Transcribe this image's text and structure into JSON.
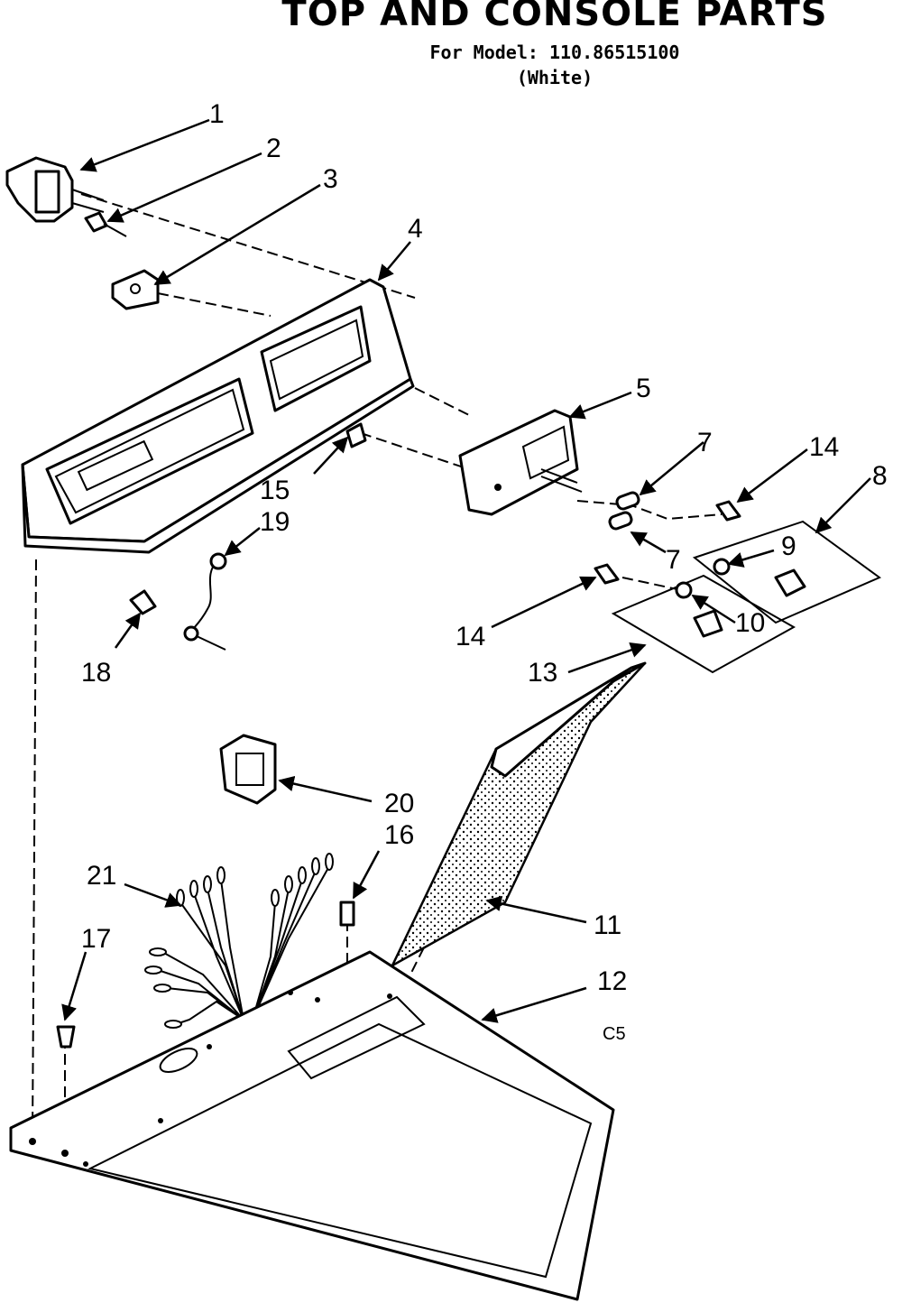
{
  "header": {
    "title": "TOP AND CONSOLE PARTS",
    "model_line": "For Model: 110.86515100",
    "color_line": "(White)"
  },
  "callouts": [
    "1",
    "2",
    "3",
    "4",
    "5",
    "7",
    "14",
    "8",
    "15",
    "19",
    "9",
    "7",
    "14",
    "10",
    "18",
    "13",
    "20",
    "16",
    "21",
    "11",
    "17",
    "12"
  ],
  "stamp": "C5"
}
